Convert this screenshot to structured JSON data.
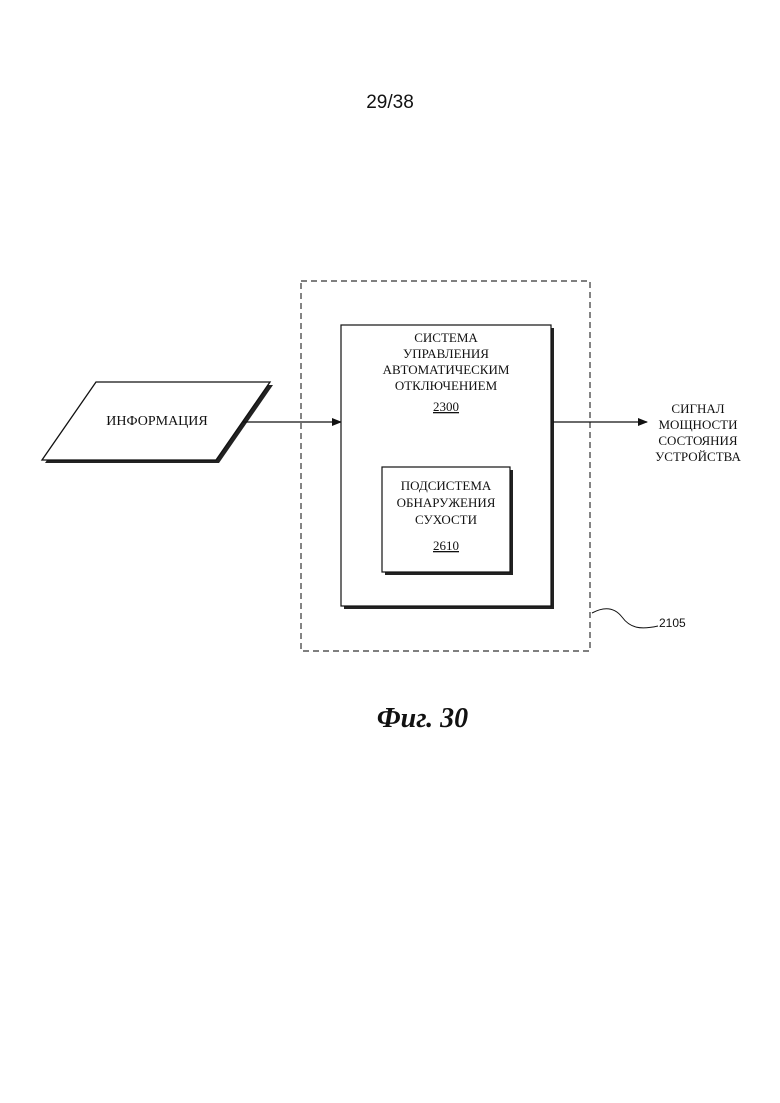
{
  "page_number": "29/38",
  "input_block": {
    "label": "ИНФОРМАЦИЯ"
  },
  "system": {
    "lines": [
      "СИСТЕМА",
      "УПРАВЛЕНИЯ",
      "АВТОМАТИЧЕСКИМ",
      "ОТКЛЮЧЕНИЕМ"
    ],
    "ref": "2300"
  },
  "subsystem": {
    "lines": [
      "ПОДСИСТЕМА",
      "ОБНАРУЖЕНИЯ",
      "СУХОСТИ"
    ],
    "ref": "2610"
  },
  "output": {
    "lines": [
      "СИГНАЛ",
      "МОЩНОСТИ",
      "СОСТОЯНИЯ",
      "УСТРОЙСТВА"
    ]
  },
  "container_ref": "2105",
  "caption": "Фиг. 30"
}
